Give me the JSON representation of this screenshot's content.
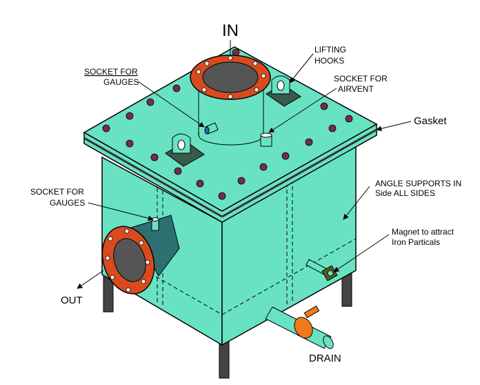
{
  "labels": {
    "in": "IN",
    "out": "OUT",
    "drain": "DRAIN",
    "gasket": "Gasket",
    "lifting_hooks": [
      "LIFTING",
      "HOOKS"
    ],
    "socket_airvent": [
      "SOCKET FOR",
      "AIRVENT"
    ],
    "socket_gauges_top": [
      "SOCKET FOR",
      "GAUGES"
    ],
    "socket_gauges_side": [
      "SOCKET FOR",
      "GAUGES"
    ],
    "angle_supports": [
      "ANGLE SUPPORTS IN",
      "Side ALL SIDES"
    ],
    "magnet": [
      "Magnet to attract",
      "Iron Particals"
    ]
  },
  "colors": {
    "tank": "#69e2c4",
    "tank_dark": "#3fb29a",
    "flange": "#d84b1e",
    "pipe_inner": "#555555",
    "bolt": "#7a2a4a",
    "leg": "#444444",
    "valve": "#f07a1a"
  }
}
